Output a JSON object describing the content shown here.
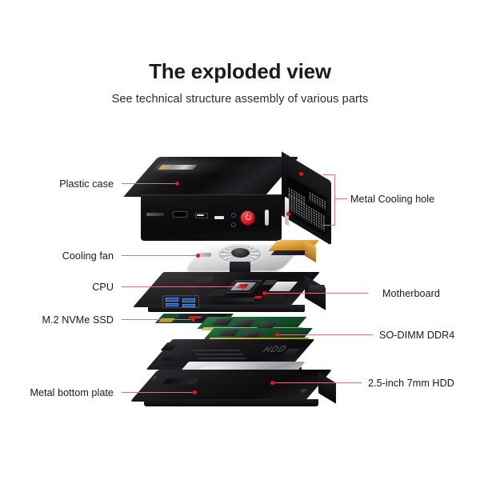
{
  "header": {
    "title": "The exploded view",
    "subtitle": "See technical structure assembly of various parts"
  },
  "colors": {
    "background": "#ffffff",
    "title_text": "#1b1b1b",
    "label_text": "#181818",
    "leader_line": "#c9797f",
    "callout_dot": "#e8161f",
    "power_button": "#d4141b",
    "copper_heatsink": "#d99e36",
    "pcb_green": "#15522b",
    "usb3_blue": "#1c53a8"
  },
  "callouts": {
    "left": [
      {
        "id": "plastic-case",
        "label": "Plastic case"
      },
      {
        "id": "cooling-fan",
        "label": "Cooling fan"
      },
      {
        "id": "cpu",
        "label": "CPU"
      },
      {
        "id": "m2-nvme-ssd",
        "label": "M.2 NVMe SSD"
      },
      {
        "id": "metal-bottom-plate",
        "label": "Metal bottom plate"
      }
    ],
    "right": [
      {
        "id": "metal-cooling-hole",
        "label": "Metal Cooling hole"
      },
      {
        "id": "motherboard",
        "label": "Motherboard"
      },
      {
        "id": "so-dimm-ddr4",
        "label": "SO-DIMM DDR4"
      },
      {
        "id": "hdd",
        "label": "2.5-inch 7mm HDD"
      }
    ]
  },
  "product": {
    "type": "mini-pc-exploded-diagram",
    "caddy_marking": "HDD",
    "layers": [
      "Plastic case",
      "Cooling fan",
      "Motherboard",
      "M.2 NVMe SSD",
      "SO-DIMM DDR4",
      "2.5-inch 7mm HDD",
      "Metal bottom plate"
    ]
  }
}
